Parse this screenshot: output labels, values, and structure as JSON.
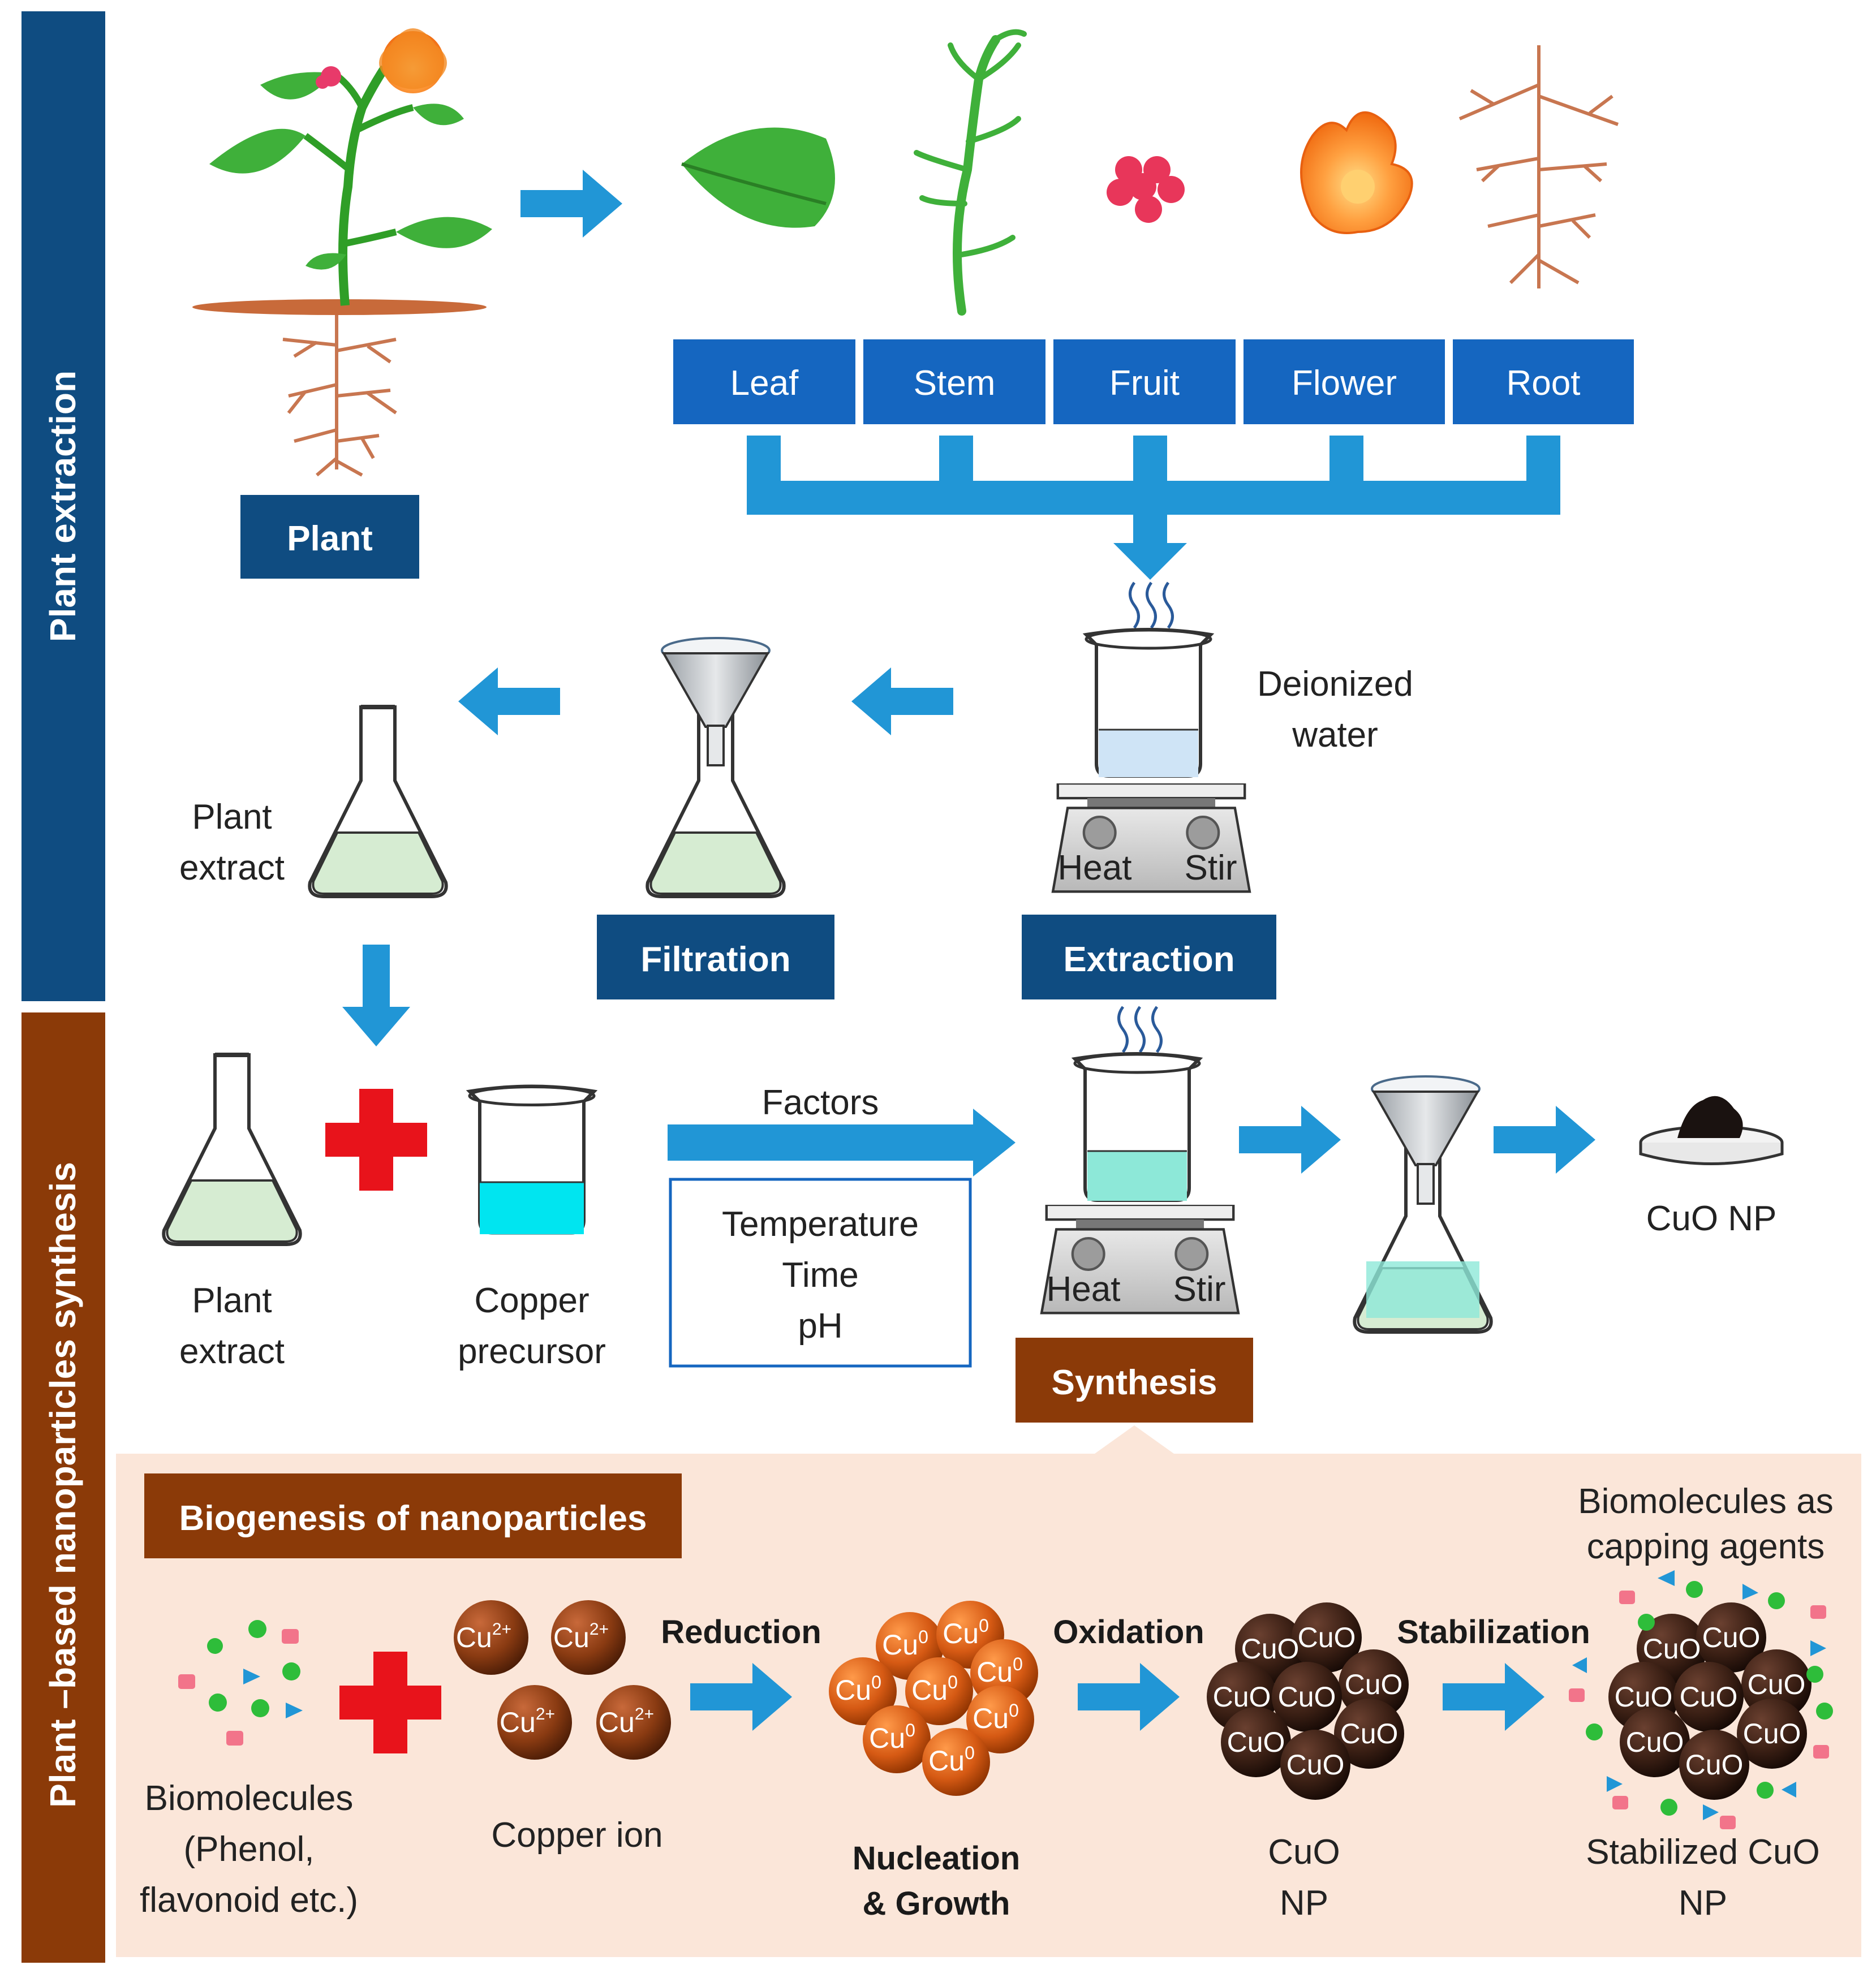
{
  "sidebar": {
    "plant_extraction": "Plant extraction",
    "nanoparticle_synthesis": "Plant –based nanoparticles synthesis"
  },
  "plant_parts": {
    "plant_label": "Plant",
    "parts": [
      "Leaf",
      "Stem",
      "Fruit",
      "Flower",
      "Root"
    ]
  },
  "extraction": {
    "water_line1": "Deionized",
    "water_line2": "water",
    "heat": "Heat",
    "stir": "Stir",
    "extraction_label": "Extraction",
    "filtration_label": "Filtration",
    "extract_line1": "Plant",
    "extract_line2": "extract"
  },
  "synthesis": {
    "extract_line1": "Plant",
    "extract_line2": "extract",
    "precursor_line1": "Copper",
    "precursor_line2": "precursor",
    "factors_title": "Factors",
    "factors": [
      "Temperature",
      "Time",
      "pH"
    ],
    "heat": "Heat",
    "stir": "Stir",
    "synthesis_label": "Synthesis",
    "product": "CuO NP"
  },
  "biogenesis": {
    "title": "Biogenesis of nanoparticles",
    "biomolecules_lines": [
      "Biomolecules",
      "(Phenol,",
      "flavonoid etc.)"
    ],
    "copper_ion": "Copper ion",
    "cu_ion_symbol": "Cu",
    "cu_ion_charge": "2+",
    "cu0_symbol": "Cu",
    "cu0_sup": "0",
    "cuo_symbol": "CuO",
    "steps": [
      "Reduction",
      "Oxidation",
      "Stabilization"
    ],
    "nucleation_lines": [
      "Nucleation",
      "& Growth"
    ],
    "cuo_np_lines": [
      "CuO",
      "NP"
    ],
    "stabilized_lines": [
      "Stabilized CuO",
      "NP"
    ],
    "capping_lines": [
      "Biomolecules as",
      "capping agents"
    ]
  },
  "colors": {
    "navy": "#0f4c81",
    "blue_box": "#1566c0",
    "arrow": "#2196d6",
    "brown": "#8b3a08",
    "peach": "#fbe6d9",
    "red_plus": "#e8131b",
    "cu_ion": "#8a3b12",
    "cu0": "#d65a14",
    "cuo": "#3a1f14"
  }
}
